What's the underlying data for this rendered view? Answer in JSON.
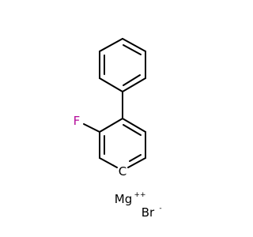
{
  "molecule": {
    "atoms": {
      "fluorine": {
        "symbol": "F",
        "color": "#b40c9a"
      },
      "carbanion": {
        "symbol": "C",
        "charge": "-",
        "color": "#000000"
      },
      "magnesium": {
        "symbol": "Mg",
        "charge": "++",
        "color": "#000000"
      },
      "bromide": {
        "symbol": "Br",
        "charge": "-",
        "color": "#000000"
      }
    },
    "colors": {
      "bond": "#000000",
      "background": "#ffffff"
    }
  }
}
